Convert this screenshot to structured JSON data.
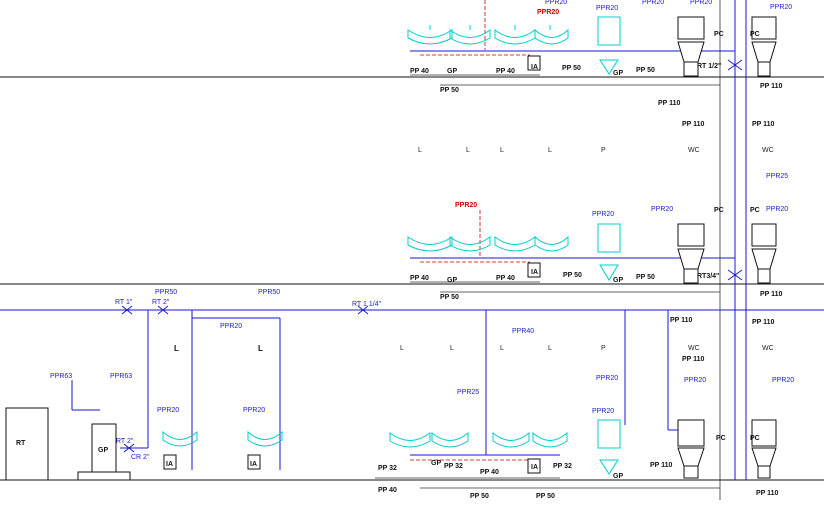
{
  "colors": {
    "background": "#ffffff",
    "floor_lines": "#111111",
    "water_pipe": "#1a1acc",
    "hot_pipe": "#cc0000",
    "fixtures": "#00cccc",
    "drain": "#333333"
  },
  "labels": {
    "ppr20": "PPR20",
    "ppr25": "PPR25",
    "ppr40": "PPR40",
    "ppr50": "PPR50",
    "ppr63": "PPR63",
    "pp32": "PP 32",
    "pp40": "PP 40",
    "pp50": "PP 50",
    "pp110": "PP 110",
    "gp": "GP",
    "ia": "IA",
    "pc": "PC",
    "rt": "RT",
    "rt1": "RT 1\"",
    "rt2": "RT 2\"",
    "rt_1_2": "RT 1/2\"",
    "rt_3_4": "RT3/4\"",
    "rt_1_1_4": "RT 1 1/4\"",
    "cr2": "CR 2\"",
    "room_l": "L",
    "room_p": "P",
    "room_wc": "WC"
  }
}
